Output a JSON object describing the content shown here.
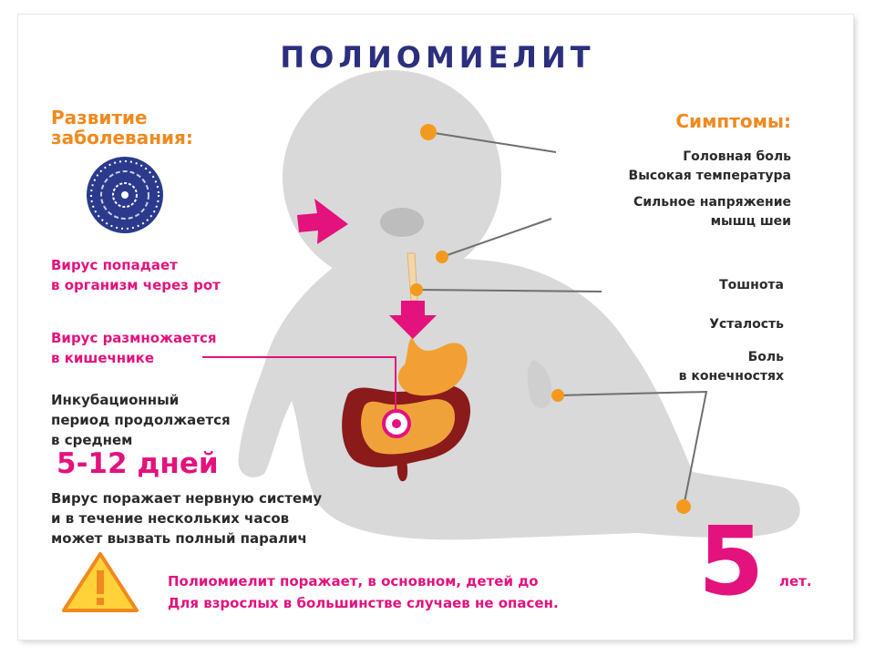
{
  "title": "ПОЛИОМИЕЛИТ",
  "development": {
    "heading": [
      "Развитие",
      "заболевания:"
    ],
    "entry": [
      "Вирус попадает",
      "в организм через рот"
    ],
    "replication": [
      "Вирус размножается",
      "в кишечнике"
    ],
    "incubation": [
      "Инкубационный",
      "период продолжается",
      "в среднем"
    ],
    "duration": "5-12 дней",
    "paralysis": [
      "Вирус поражает нервную систему",
      "и в течение нескольких часов",
      "может вызвать полный паралич"
    ]
  },
  "symptoms": {
    "heading": "Симптомы:",
    "head": [
      "Головная боль",
      "Высокая температура"
    ],
    "neck": [
      "Сильное напряжение",
      "мышц шеи"
    ],
    "nausea": "Тошнота",
    "fatigue": "Усталость",
    "limbs": [
      "Боль",
      "в конечностях"
    ]
  },
  "warning": {
    "line1": "Полиомиелит поражает, в основном, детей до",
    "age": "5",
    "age_unit": "лет.",
    "line2": "Для взрослых в большинстве случаев не опасен."
  },
  "colors": {
    "title": "#2b2f7d",
    "accent_orange": "#ef8a1e",
    "accent_magenta": "#e3127d",
    "silhouette": "#d9d9d9",
    "intestine": "#8b1a1a",
    "virus": "#2b3a8c"
  },
  "icons": [
    "virus-icon",
    "arrow-right-icon",
    "arrow-down-icon",
    "warning-icon"
  ]
}
